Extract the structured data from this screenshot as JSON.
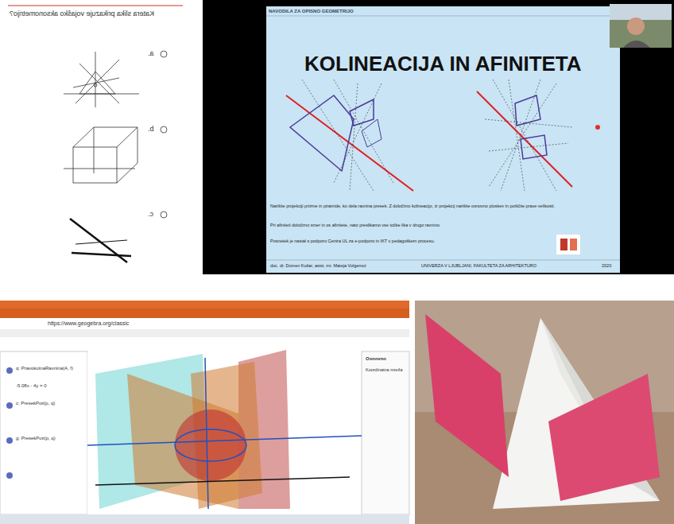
{
  "diagram": {
    "labels": [
      "Katera slika prikazuje vojaško aksonometrijo?",
      "a.",
      "b.",
      "c.",
      "NAVODILA ZA OPISNO GEOMETRIJO",
      "KOLINEACIJA IN AFINITETA",
      "Narišite projekciji prizme in piramide, ko dela ravnina presek. Z določimo kolineacijo, iz projekcij narišite osnovno ploskev in poiščite prave velikosti.",
      "Pri afiniteti določimo smer in os afinitete, nato preslikamo vse točke lika v drugo ravnino.",
      "Posnetek je nastal s podporo Centra UL za e-podporo in IKT v pedagoškem procesu.",
      "doc. dr. Domen Kušar, asist. mr. Mateja Volgemut",
      "UNIVERZA V LJUBLJANI, FAKULTETA ZA ARHITEKTURO",
      "2020",
      "https://www.geogebra.org/classic",
      "q: PravokotnaRavnina(A, f)",
      "-5.08x - 4y = 0",
      "c: PresekPoti(p, q)",
      "g: PresekPoti(p, q)",
      "Osnovno",
      "Koordinatna mreža"
    ]
  }
}
